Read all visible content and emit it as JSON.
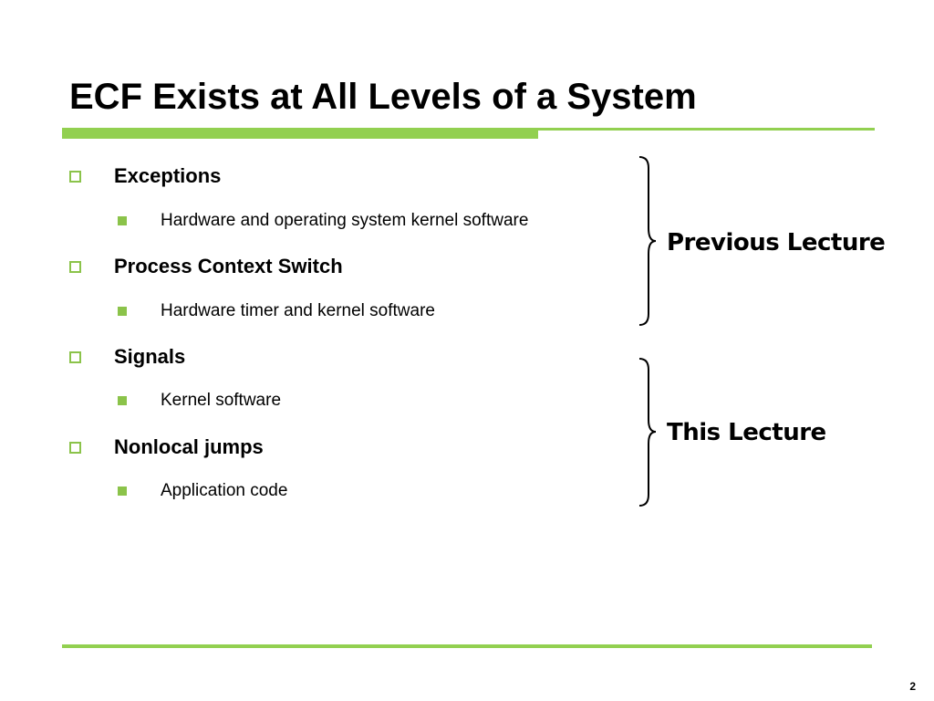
{
  "slide": {
    "title": "ECF Exists at All Levels of a System",
    "page_number": "2"
  },
  "bullets": [
    {
      "text": "Exceptions",
      "sub": [
        "Hardware and operating system kernel software"
      ]
    },
    {
      "text": "Process Context Switch",
      "sub": [
        "Hardware timer and kernel software"
      ]
    },
    {
      "text": "Signals",
      "sub": [
        "Kernel software"
      ]
    },
    {
      "text": "Nonlocal jumps",
      "sub": [
        "Application code"
      ]
    }
  ],
  "braces": {
    "previous_label": "Previous Lecture",
    "this_label": "This Lecture"
  },
  "colors": {
    "accent_green": "#92d050",
    "bullet_green": "#8bc34a",
    "text": "#000000",
    "background": "#ffffff"
  },
  "icons": {
    "level1_bullet": "hollow-square-icon",
    "level2_bullet": "filled-square-icon",
    "brace": "right-curly-brace-icon"
  }
}
